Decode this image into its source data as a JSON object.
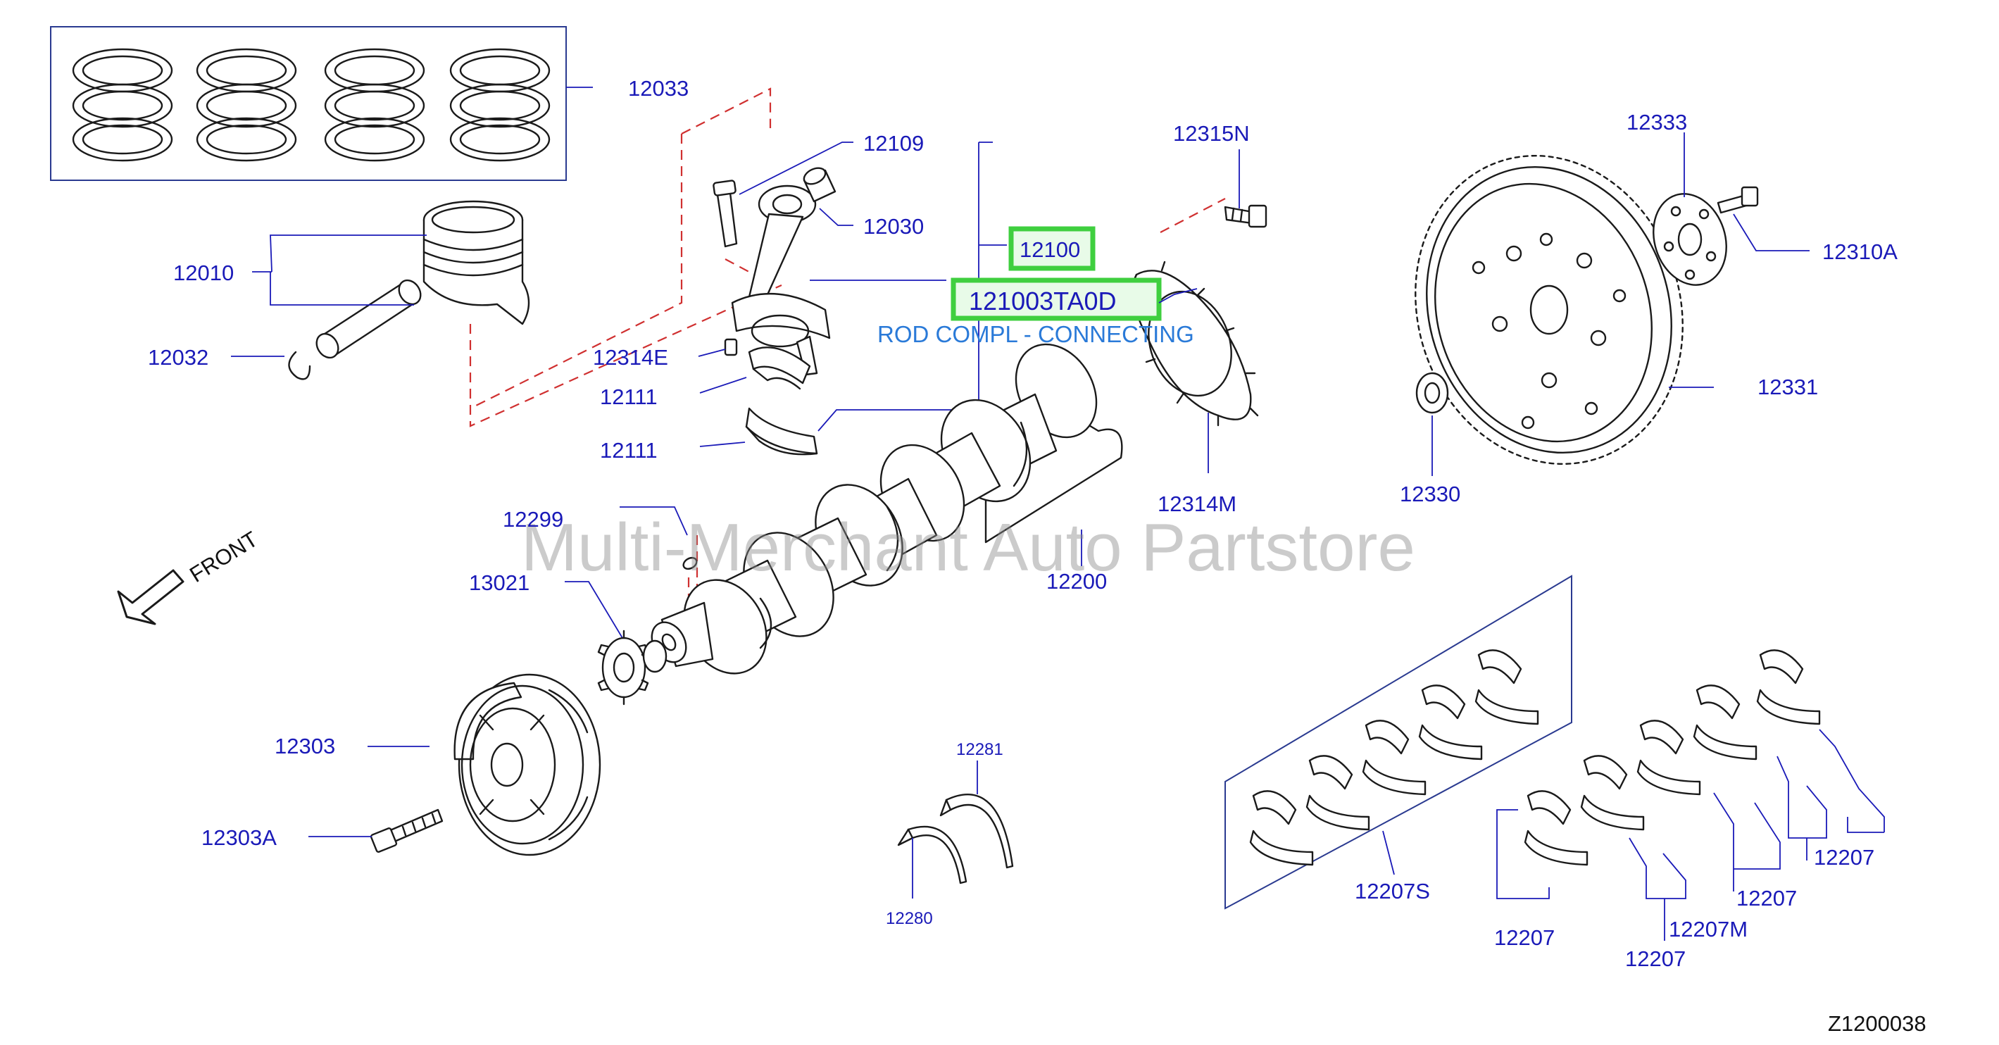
{
  "diagram": {
    "labels": {
      "p12033": "12033",
      "p12109": "12109",
      "p12030": "12030",
      "p12010": "12010",
      "p12032": "12032",
      "p12314E": "12314E",
      "p12111a": "12111",
      "p12111b": "12111",
      "p12315N": "12315N",
      "p12314M": "12314M",
      "p12200": "12200",
      "p12299": "12299",
      "p13021": "13021",
      "p12303": "12303",
      "p12303A": "12303A",
      "p12281": "12281",
      "p12280": "12280",
      "p12333": "12333",
      "p12310A": "12310A",
      "p12331": "12331",
      "p12330": "12330",
      "p12207S": "12207S",
      "p12207a": "12207",
      "p12207b": "12207",
      "p12207M": "12207M",
      "p12207c": "12207",
      "p12207d": "12207"
    },
    "highlight": {
      "part_12100": "12100",
      "part_number": "121003TA0D",
      "description": "ROD COMPL - CONNECTING"
    },
    "front_label": "FRONT",
    "watermark": "Multi-Merchant Auto Partstore",
    "figure_id": "Z1200038"
  },
  "colors": {
    "label": "#1a1ab8",
    "description": "#2a7ad8",
    "highlight_border": "#3fcf3f",
    "leader_dash": "#d03030"
  }
}
